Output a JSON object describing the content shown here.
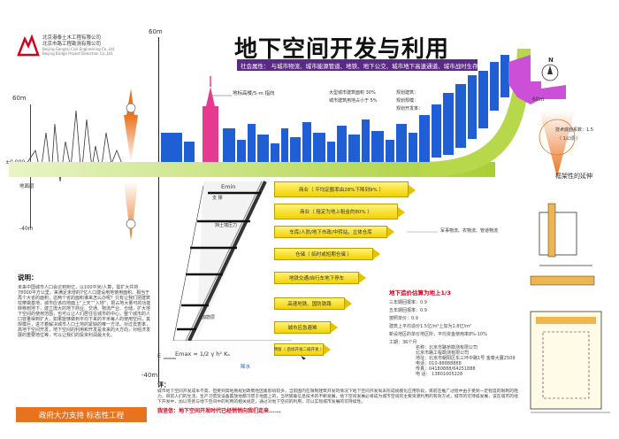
{
  "title": "地下空间开发与利用",
  "social_attr": "社会属性： 与城市物流、城市能源管道、地铁、地下公交、城市地下高速通道、城市战时生存等挂钩。",
  "axis": {
    "top": "60m",
    "zero": "±0.000",
    "bottom": "-40m",
    "left_top": "60m",
    "left_bottom": "-40m",
    "right_top": "60m",
    "bottom_center": "-40m",
    "ground_label": "地面层"
  },
  "company": {
    "cn1": "北京港泰土木工程有限公司",
    "cn2": "北京市路工程勘测有限公司",
    "en": "Beijing Gangtai Civil Engineering Co.,Ltd.",
    "en2": "Beijing Bridge Project Detection Co.,Ltd."
  },
  "tower_label": "地标高楼/5-m 指向",
  "stats": {
    "s1": "大型城市建筑面积 30%",
    "s2": "城市建筑用地占小于 5%",
    "s3": "规划建筑：",
    "s4": "规划规模：",
    "s5": "规划开发率："
  },
  "compass": "N",
  "tech_note": "技术底面系数：1.5",
  "tech_note2": "（ 1公顷 ）",
  "frame_label": "框架性的延伸",
  "left_labels": {
    "emin": "Emin",
    "support": "支 撑",
    "retain": "挡土墙压力",
    "rebar": "加筋层",
    "emax": "Emax = 1/2 γ h² Kₐ",
    "e_mark": "E",
    "water": "降水"
  },
  "shelves": [
    "商业（ 平均定额率由28%下降到9% ）",
    "商业（ 租定为地上租金的80% ）",
    "车库/人防/地下市政/中转站，立体仓库",
    "仓储（ 临时或短期仓储 ）",
    "地铁交通/自行车地下停车",
    "高速地铁、国防铁路",
    "城市应急避难",
    "预留（ 后续开发二级开发 ）"
  ],
  "side_arrow": "军事物流、农物流、管道物流",
  "explain": {
    "heading": "说明：",
    "body": "未来中国城市人口会达到到亿，以100平米/人算，需扩大共将78000平方公里，来满足未增的7亿人口建设用地使用面积。相当于再个大省的面积，这两个省的面积谁来怎么办呢？只有让我们把建筑挖摩做基地，城市应该向地面上“上天”“入地”，把占地大量可的功能转移到地下，建立庞大的地下商业、交通、物流产业、仓储，扩大地下空间的使用范围，也可以让人们居住在城市的中心，整个城市的人口容量得到扩大，如果能够做到平均下来的平米每人的使用空间，其规模巨，进才着解决城市人口土地的紧缺的唯一方法。对过去表率，高地下空间开发，地下空间的利用和开发是未来的大方向，对经济发展的重要地位等，可以让我们的投资利润最大化。"
  },
  "review": {
    "label": "评：",
    "body": "城市地下空间开发成本不高，但受到其地质规划政策性因素影响较多，当前国内在限制建筑开发的情况下地下空间开发尚未形成规模化应用阶段，目前在推广过程中由于受到一定程度的限制的阻力，目前人们的生活，生产习惯及设备置放地都习惯于地面上的，当然随着信息技术的不断发展，地下空间发展必将成为城市空间的主要资源利用的有效方式，城市的可持续发展，该在城市的地下开发中，加以完善与地下空间中的利用的相关规定，通过对地下空间的利用，可以实现城市发展的可持续性。",
    "slogan": "我坚信：地下空间开发时代已经悄悄向我们走来......"
  },
  "footer_left": "政府大力支持 标志性工程",
  "price": {
    "title": "地下造价估算为地上1/3",
    "rows": [
      "三年期回报率：0.9",
      "五年期回报率：0.9",
      "按照单价：0.9",
      "建筑上平均造价1.5亿/m²上加为1.8亿/m²",
      "新设地区的单价地区所，平均资金使用率8%-10%",
      "工期：36个月"
    ]
  },
  "contact": {
    "rows": [
      "名称：北京市路桥勘测有限公司",
      "北京市路工程勘测有限公司",
      "地址：北京市朝阳区东三环中路1号 金泰大厦2509",
      "电话：010-88888888",
      "传真：04180888/64251888",
      "电 话： 13801005228"
    ]
  },
  "colors": {
    "ground": "#b7d84a",
    "city": "#1f5fd3",
    "shelf": "#f2d200",
    "purple": "#5b2a86",
    "orange": "#e8731f",
    "red": "#d6001c",
    "pink": "#e53a8f"
  }
}
